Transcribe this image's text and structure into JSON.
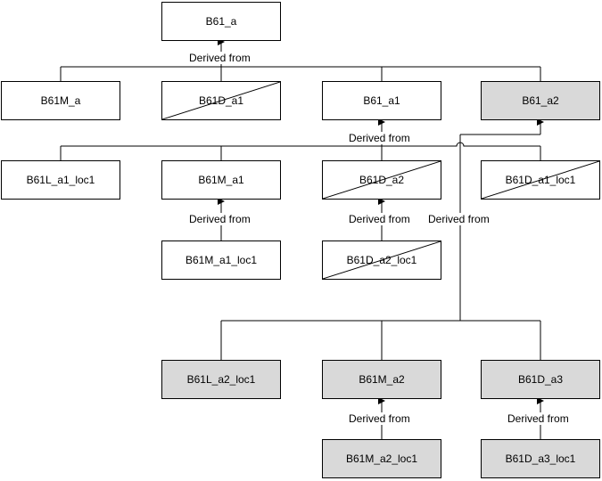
{
  "nodes": {
    "b61_a": "B61_a",
    "b61m_a": "B61M_a",
    "b61d_a1": "B61D_a1",
    "b61_a1": "B61_a1",
    "b61_a2": "B61_a2",
    "b61l_a1_loc1": "B61L_a1_loc1",
    "b61m_a1": "B61M_a1",
    "b61d_a2": "B61D_a2",
    "b61d_a1_loc1": "B61D_a1_loc1",
    "b61m_a1_loc1": "B61M_a1_loc1",
    "b61d_a2_loc1": "B61D_a2_loc1",
    "b61l_a2_loc1": "B61L_a2_loc1",
    "b61m_a2": "B61M_a2",
    "b61d_a3": "B61D_a3",
    "b61m_a2_loc1": "B61M_a2_loc1",
    "b61d_a3_loc1": "B61D_a3_loc1"
  },
  "relation_label": "Derived from",
  "colors": {
    "line": "#000000",
    "highlight_fill": "#d9d9d9",
    "box_fill": "#ffffff"
  }
}
